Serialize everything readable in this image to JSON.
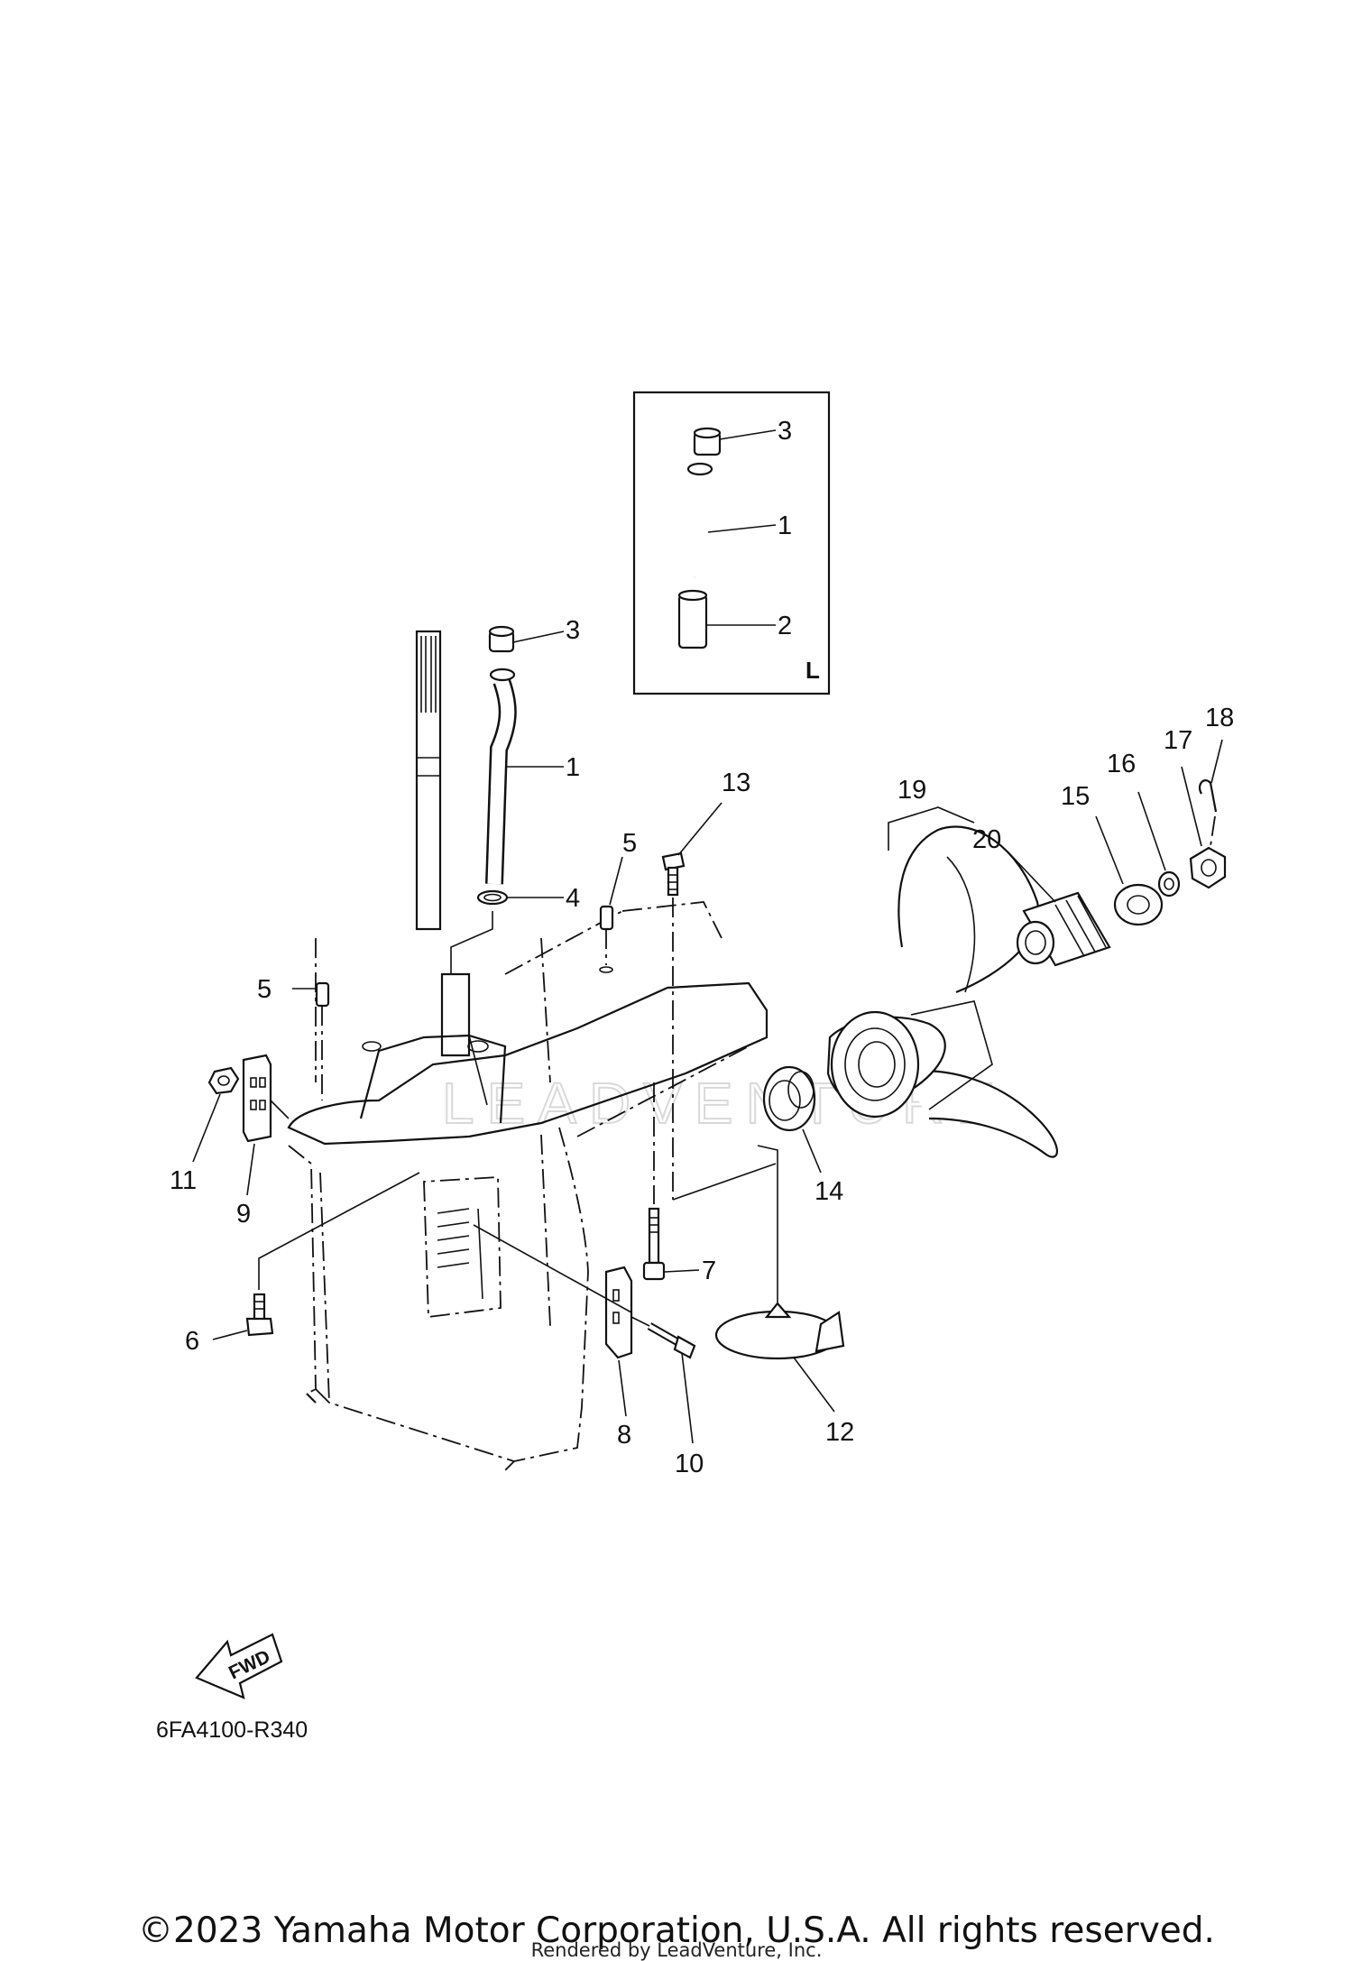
{
  "callouts": {
    "c1_main": "1",
    "c1_inset": "1",
    "c2_inset": "2",
    "c3_main": "3",
    "c3_inset": "3",
    "c4": "4",
    "c5_left": "5",
    "c5_right": "5",
    "c6": "6",
    "c7": "7",
    "c8": "8",
    "c9": "9",
    "c10": "10",
    "c11": "11",
    "c12": "12",
    "c13": "13",
    "c14": "14",
    "c15": "15",
    "c16": "16",
    "c17": "17",
    "c18": "18",
    "c19": "19",
    "c20": "20"
  },
  "inset_label": "L",
  "fwd_label": "FWD",
  "drawing_code": "6FA4100-R340",
  "watermark": "LEADVENTURE",
  "copyright": "©2023 Yamaha Motor Corporation, U.S.A. All rights reserved.",
  "rendered_by": "Rendered by LeadVenture, Inc."
}
